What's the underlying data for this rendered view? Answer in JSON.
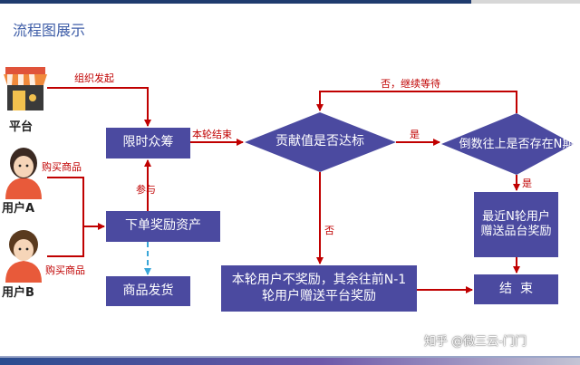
{
  "page_title": "流程图展示",
  "actors": {
    "platform": "平台",
    "user_a": "用户A",
    "user_b": "用户B"
  },
  "nodes": {
    "crowdfund": "限时众筹",
    "order_reward": "下单奖励资产",
    "ship": "商品发货",
    "contribution_check": "贡献值是否达标",
    "countdown_check": "倒数往上是否存在N期",
    "last_n_rewards": "最近N轮用户赠送品台奖励",
    "no_reward": "本轮用户不奖励，其余往前N-1轮用户赠送平台奖励",
    "end": "结  束"
  },
  "edge_labels": {
    "organize": "组织发起",
    "buy_a": "购买商品",
    "buy_b": "购买商品",
    "join": "参与",
    "round_end": "本轮结束",
    "yes_1": "是",
    "yes_2": "是",
    "no_continue": "否，继续等待",
    "no": "否"
  },
  "watermark": "知乎 @微三云-门门",
  "colors": {
    "node": "#4b4aa0",
    "arrow": "#c00000",
    "dashed": "#3aa6d8",
    "title": "#3f5ea8"
  }
}
